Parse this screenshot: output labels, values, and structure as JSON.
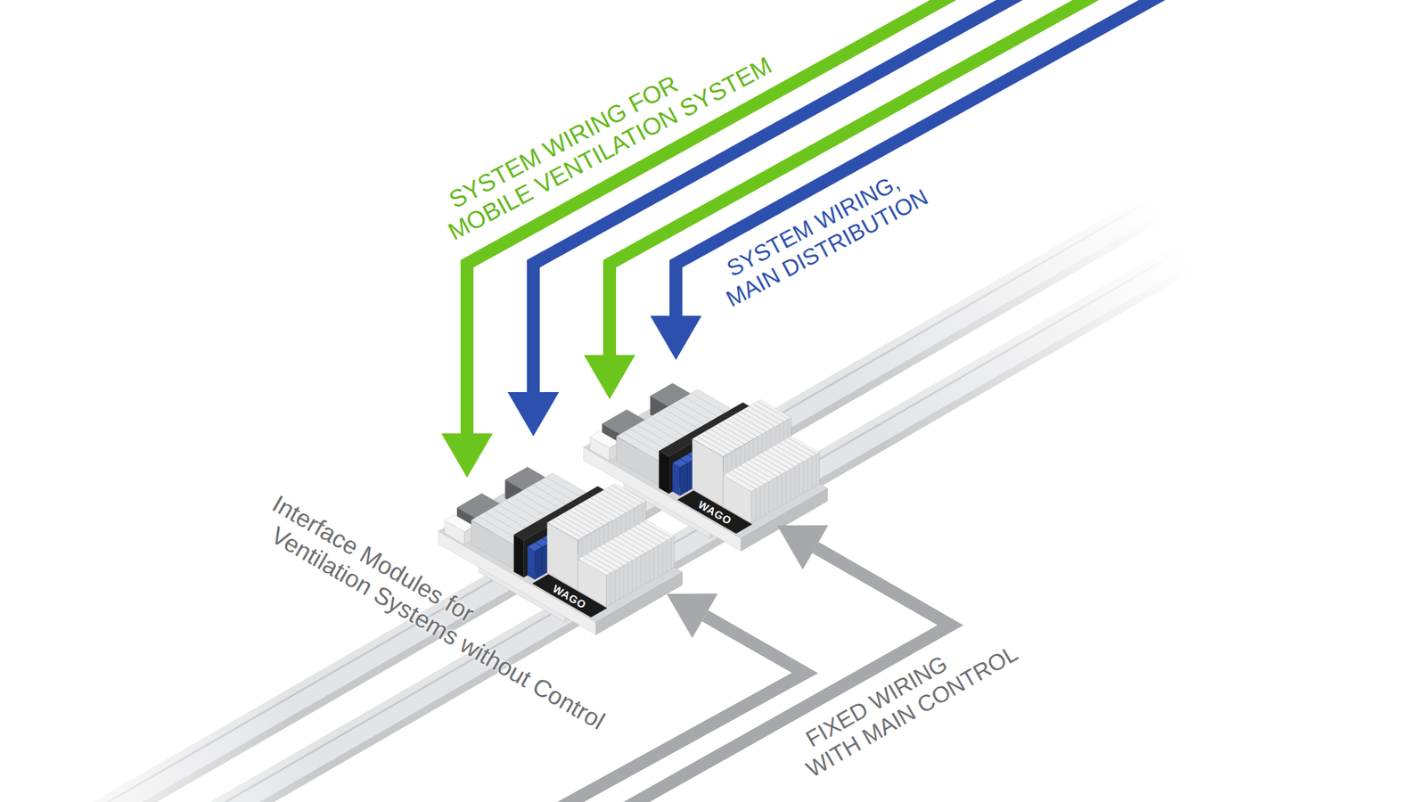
{
  "diagram": {
    "labels": [
      "SYSTEM WIRING FOR MOBILE VENTILATION SYSTEM",
      "SYSTEM WIRING, MAIN DISTRIBUTION",
      "WAGO",
      "WAGO",
      "Interface Modules for Ventilation Systems without Control",
      "FIXED WIRING WITH MAIN CONTROL"
    ]
  }
}
